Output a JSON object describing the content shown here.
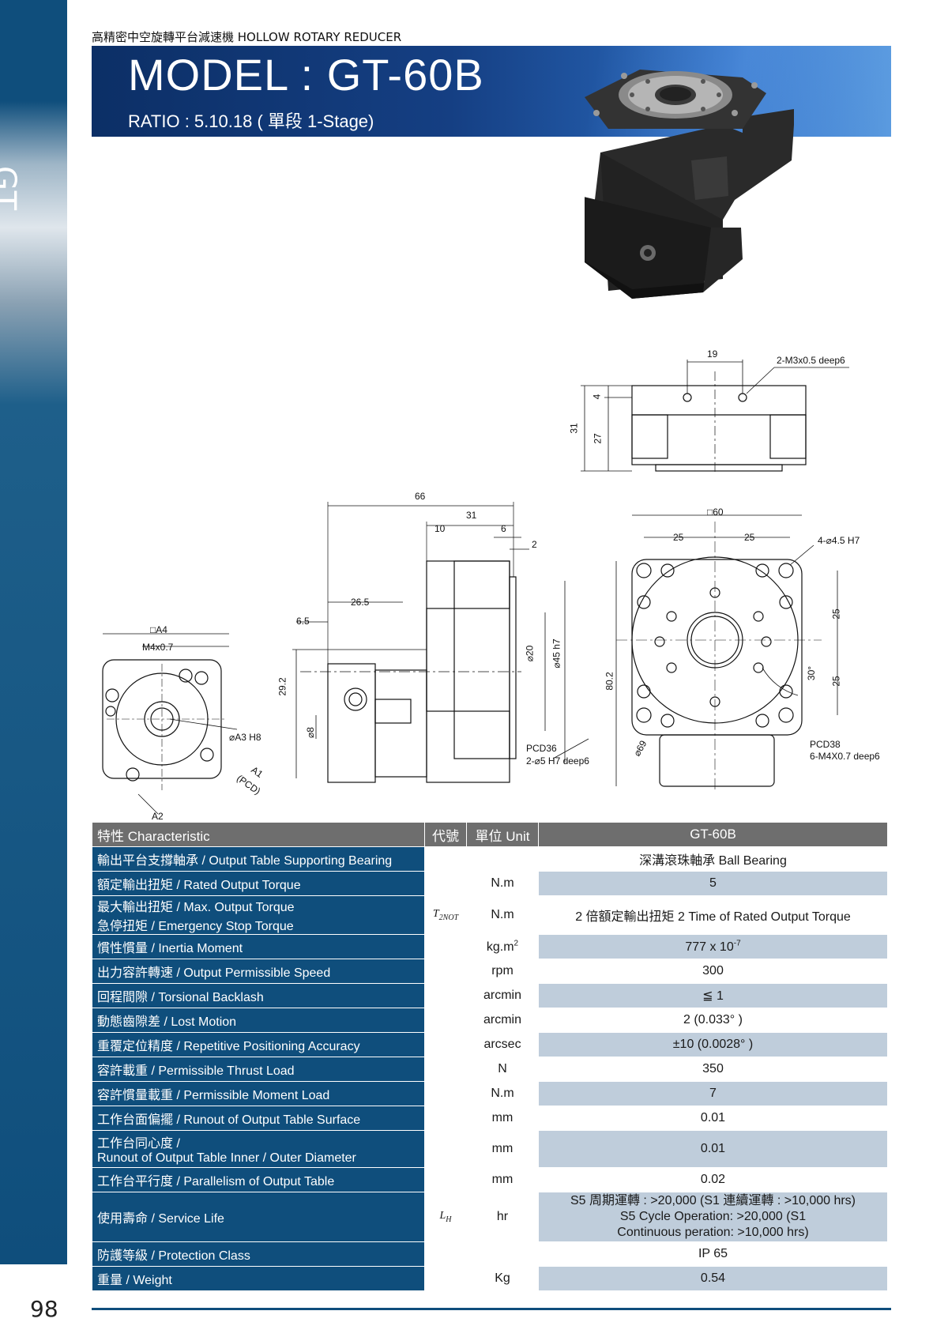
{
  "sidebar": {
    "tab_label": "GT",
    "page_number": "98"
  },
  "header": {
    "top_caption": "高精密中空旋轉平台減速機  HOLLOW ROTARY REDUCER",
    "model_title": "MODEL : GT-60B",
    "ratio": "RATIO : 5.10.18 ( 單段 1-Stage)"
  },
  "drawing_labels": {
    "side_top": {
      "d19": "19",
      "tap": "2-M3x0.5 deep6",
      "d4": "4",
      "d31": "31",
      "d27": "27"
    },
    "front": {
      "d66": "66",
      "d31": "31",
      "d10": "10",
      "d6": "6",
      "d2": "2",
      "d26_5": "26.5",
      "d6_5": "6.5",
      "d29_2": "29.2",
      "d8": "⌀8",
      "phi20": "⌀20",
      "phi45": "⌀45 h7",
      "pcd36": "PCD36",
      "pin": "2-⌀5 H7 deep6"
    },
    "left": {
      "a4": "□A4",
      "m4": "M4x0.7",
      "a3": "⌀A3 H8",
      "a1": "A1",
      "pcd": "(PCD)",
      "a2": "A2"
    },
    "top_view": {
      "sq60": "□60",
      "d25a": "25",
      "d25b": "25",
      "holes": "4-⌀4.5 H7",
      "d25c": "25",
      "d25d": "25",
      "d80_2": "80.2",
      "deg30": "30°",
      "phi69": "⌀69",
      "pcd38": "PCD38",
      "tap6": "6-M4X0.7 deep6"
    }
  },
  "table": {
    "headers": {
      "characteristic": "特性 Characteristic",
      "code": "代號",
      "unit": "單位 Unit",
      "model": "GT-60B"
    },
    "rows": [
      {
        "name": "輸出平台支撐軸承 / Output Table Supporting Bearing",
        "code": "",
        "unit": "",
        "value": "深溝滾珠軸承 Ball Bearing"
      },
      {
        "name": "額定輸出扭矩 / Rated Output Torque",
        "code": "",
        "unit": "N.m",
        "value": "5"
      },
      {
        "name": "最大輸出扭矩 / Max. Output Torque",
        "name2": "急停扭矩 / Emergency Stop Torque",
        "code": "T2NOT",
        "unit": "N.m",
        "value": "2 倍額定輸出扭矩 2 Time of Rated Output Torque"
      },
      {
        "name": "慣性慣量 / Inertia Moment",
        "code": "",
        "unit": "kg.m2",
        "value": "777 x 10-7"
      },
      {
        "name": "出力容許轉速 / Output Permissible Speed",
        "code": "",
        "unit": "rpm",
        "value": "300"
      },
      {
        "name": "回程間隙 / Torsional Backlash",
        "code": "",
        "unit": "arcmin",
        "value": "≦ 1"
      },
      {
        "name": "動態齒隙差 / Lost Motion",
        "code": "",
        "unit": "arcmin",
        "value": "2 (0.033° )"
      },
      {
        "name": "重覆定位精度 / Repetitive Positioning Accuracy",
        "code": "",
        "unit": "arcsec",
        "value": "±10 (0.0028° )"
      },
      {
        "name": "容許載重 / Permissible Thrust Load",
        "code": "",
        "unit": "N",
        "value": "350"
      },
      {
        "name": "容許慣量載重 / Permissible Moment Load",
        "code": "",
        "unit": "N.m",
        "value": "7"
      },
      {
        "name": "工作台面偏擺 / Runout of Output Table Surface",
        "code": "",
        "unit": "mm",
        "value": "0.01"
      },
      {
        "name": "工作台同心度 /",
        "name2": "Runout of Output Table Inner / Outer Diameter",
        "code": "",
        "unit": "mm",
        "value": "0.01"
      },
      {
        "name": "工作台平行度 / Parallelism of Output Table",
        "code": "",
        "unit": "mm",
        "value": "0.02"
      },
      {
        "name": "使用壽命 / Service Life",
        "code": "LH",
        "unit": "hr",
        "value": "S5 周期運轉 : >20,000 (S1 連續運轉 : >10,000 hrs)",
        "value2": "S5 Cycle Operation: >20,000 (S1",
        "value3": "Continuous peration: >10,000 hrs)"
      },
      {
        "name": "防護等級 / Protection Class",
        "code": "",
        "unit": "",
        "value": "IP 65"
      },
      {
        "name": "重量 / Weight",
        "code": "",
        "unit": "Kg",
        "value": "0.54"
      }
    ]
  }
}
